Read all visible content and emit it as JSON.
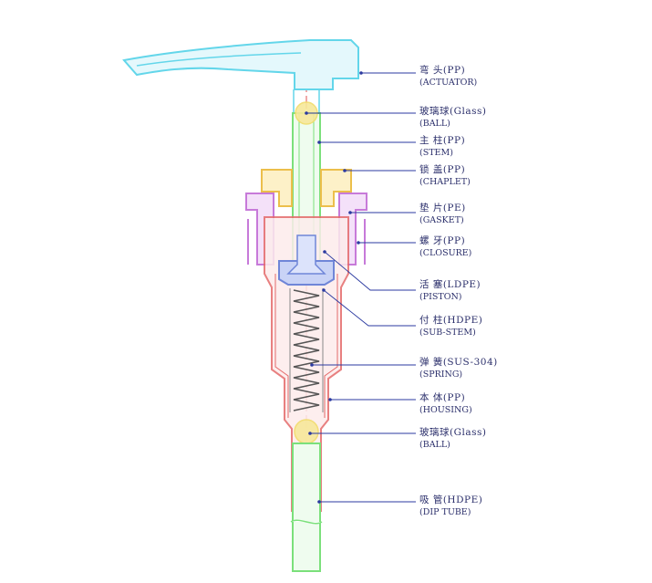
{
  "colors": {
    "actuator": "#63d6ea",
    "stem": "#7be07b",
    "ball": "#f1dc6a",
    "chaplet": "#ecbf4b",
    "gasket": "#4a4a4a",
    "closure": "#c77ad9",
    "piston": "#6f86d8",
    "housing": "#e46a6a",
    "spring": "#555555",
    "leader": "#2b3aa0",
    "axis": "#e05050"
  },
  "labels": [
    {
      "cn": "弯 头(PP)",
      "en": "(ACTUATOR)"
    },
    {
      "cn": "玻璃球(Glass)",
      "en": "(BALL)"
    },
    {
      "cn": "主 柱(PP)",
      "en": "(STEM)"
    },
    {
      "cn": "锁 盖(PP)",
      "en": "(CHAPLET)"
    },
    {
      "cn": "垫 片(PE)",
      "en": "(GASKET)"
    },
    {
      "cn": "螺 牙(PP)",
      "en": "(CLOSURE)"
    },
    {
      "cn": "活 塞(LDPE)",
      "en": "(PISTON)"
    },
    {
      "cn": "付 柱(HDPE)",
      "en": "(SUB-STEM)"
    },
    {
      "cn": "弹 簧(SUS-304)",
      "en": "(SPRING)"
    },
    {
      "cn": "本 体(PP)",
      "en": "(HOUSING)"
    },
    {
      "cn": "玻璃球(Glass)",
      "en": "(BALL)"
    },
    {
      "cn": "吸 管(HDPE)",
      "en": "(DIP TUBE)"
    }
  ]
}
